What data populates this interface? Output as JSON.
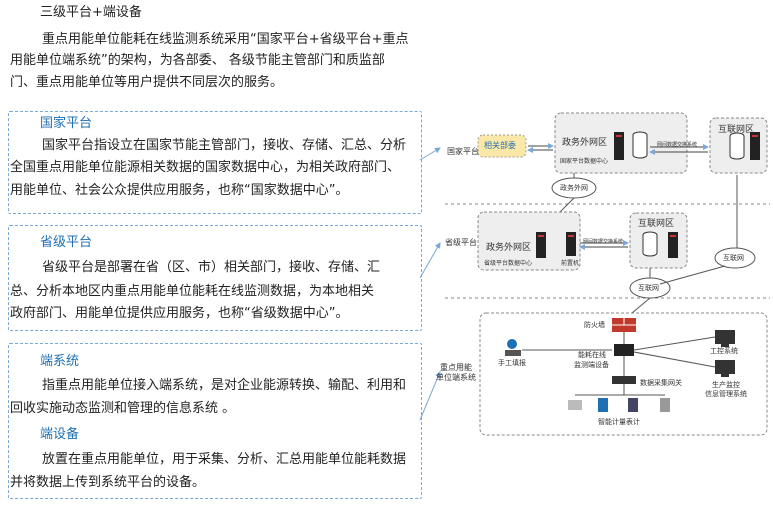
{
  "intro": {
    "heading": "三级平台+端设备",
    "para_line1": "重点用能单位能耗在线监测系统采用“国家平台+省级平台+重点",
    "para_line2": "用能单位端系统”的架构，为各部委、 各级节能主管部门和质监部",
    "para_line3": "门、重点用能单位等用户提供不同层次的服务。"
  },
  "sections": {
    "national": {
      "title": "国家平台",
      "line1": "国家平台指设立在国家节能主管部门，接收、存储、汇总、分析",
      "line2": "全国重点用能单位能源相关数据的国家数据中心，为相关政府部门、",
      "line3": "用能单位、社会公众提供应用服务，也称“国家数据中心”。"
    },
    "provincial": {
      "title": "省级平台",
      "line1": "省级平台是部署在省（区、市）相关部门，接收、存储、汇",
      "line2": "总、分析本地区内重点用能单位能耗在线监测数据，为本地相关",
      "line3": "政府部门、用能单位提供应用服务，也称“省级数据中心”。"
    },
    "end_system": {
      "title": "端系统",
      "line1": "指重点用能单位接入端系统，是对企业能源转换、输配、利用和",
      "line2": "回收实施动态监测和管理的信息系统 。"
    },
    "end_device": {
      "title": "端设备",
      "line1": "放置在重点用能单位，用于采集、分析、汇总用能单位能耗数据",
      "line2": "并将数据上传到系统平台的设备。"
    }
  },
  "diagram": {
    "tier_national": "国家平台",
    "tier_provincial": "省级平台",
    "tier_end_line1": "重点用能",
    "tier_end_line2": "单位端系统",
    "related_ministries": "相关部委",
    "gov_extranet": "政务外网区",
    "national_dc": "国家平台数据中心",
    "internet_zone": "互联网区",
    "exchange_system": "网间数据交换系统",
    "gov_extranet_cloud": "政务外网",
    "provincial_dc": "省级平台数据中心",
    "front_machine": "前置机",
    "internet_cloud": "互联网",
    "firewall": "防火墙",
    "manual_fill": "手工填报",
    "monitor_device_line1": "能耗在线",
    "monitor_device_line2": "监测端设备",
    "industrial_control": "工控系统",
    "gateway": "数据采集网关",
    "prod_mgmt_line1": "生产监控",
    "prod_mgmt_line2": "信息管理系统",
    "smart_meters": "智能计量表计"
  }
}
